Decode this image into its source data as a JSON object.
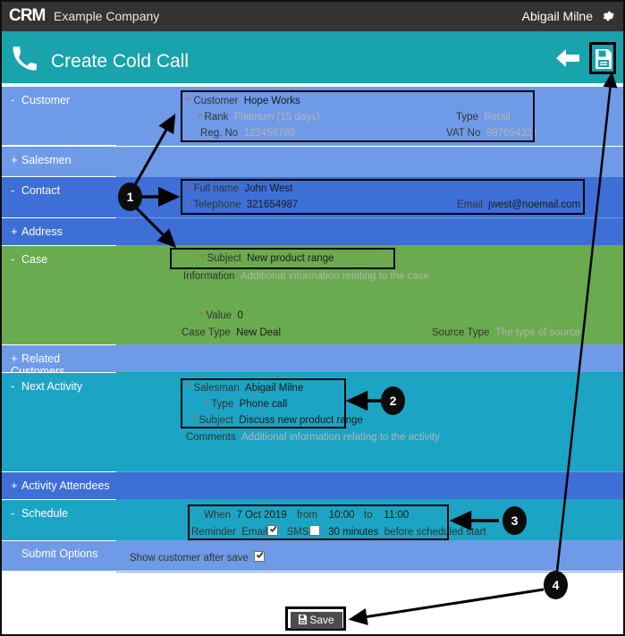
{
  "header": {
    "logo_text": "CRM",
    "company": "Example Company",
    "user": "Abigail Milne",
    "gear_icon": "gear-icon"
  },
  "title_bar": {
    "title": "Create Cold Call",
    "phone_icon": "phone-icon",
    "back_icon": "back-arrow-icon",
    "save_icon": "save-floppy-icon"
  },
  "sections": [
    {
      "key": "customer",
      "label": "Customer",
      "toggle": "-",
      "color": "#6f9ae8"
    },
    {
      "key": "salesmen",
      "label": "Salesmen",
      "toggle": "+",
      "color": "#6f9ae8"
    },
    {
      "key": "contact",
      "label": "Contact",
      "toggle": "-",
      "color": "#3d6fd6"
    },
    {
      "key": "address",
      "label": "Address",
      "toggle": "+",
      "color": "#3d6fd6"
    },
    {
      "key": "case",
      "label": "Case",
      "toggle": "-",
      "color": "#6aab4f"
    },
    {
      "key": "related_customers",
      "label": "Related Customers",
      "toggle": "+",
      "color": "#6f9ae8"
    },
    {
      "key": "next_activity",
      "label": "Next Activity",
      "toggle": "-",
      "color": "#1ca4c4"
    },
    {
      "key": "activity_attendees",
      "label": "Activity Attendees",
      "toggle": "+",
      "color": "#3d6fd6"
    },
    {
      "key": "schedule",
      "label": "Schedule",
      "toggle": "-",
      "color": "#1ca4c4"
    },
    {
      "key": "submit_options",
      "label": "Submit Options",
      "toggle": "",
      "color": "#6f9ae8"
    }
  ],
  "customer": {
    "customer_label": "Customer",
    "customer_value": "Hope Works",
    "rank_label": "Rank",
    "rank_placeholder": "Platinum (15 days)",
    "type_label": "Type",
    "type_placeholder": "Retail",
    "regno_label": "Reg. No",
    "regno_placeholder": "123456789",
    "vatno_label": "VAT No",
    "vatno_placeholder": "987654321"
  },
  "contact": {
    "fullname_label": "Full name",
    "fullname_value": "John West",
    "telephone_label": "Telephone",
    "telephone_value": "321654987",
    "email_label": "Email",
    "email_value": "jwest@noemail.com"
  },
  "case": {
    "subject_label": "Subject",
    "subject_value": "New product range",
    "information_label": "Information",
    "information_placeholder": "Additional information relating to the case",
    "value_label": "Value",
    "value_value": "0",
    "casetype_label": "Case Type",
    "casetype_value": "New Deal",
    "sourcetype_label": "Source Type",
    "sourcetype_placeholder": "The type of source"
  },
  "next_activity": {
    "salesman_label": "Salesman",
    "salesman_value": "Abigail Milne",
    "type_label": "Type",
    "type_value": "Phone call",
    "subject_label": "Subject",
    "subject_value": "Discuss new product range",
    "comments_label": "Comments",
    "comments_placeholder": "Additional information relating to the activity"
  },
  "schedule": {
    "when_label": "When",
    "when_value": "7 Oct 2019",
    "from_label": "from",
    "from_value": "10:00",
    "to_label": "to",
    "to_value": "11:00",
    "reminder_label": "Reminder",
    "email_label": "Email",
    "email_checked": true,
    "sms_label": "SMS",
    "sms_checked": false,
    "minutes_value": "30 minutes",
    "before_label": "before scheduled start"
  },
  "submit_options": {
    "show_customer_label": "Show customer after save",
    "show_customer_checked": true
  },
  "footer": {
    "save_label": "Save"
  },
  "callouts": [
    {
      "n": "1"
    },
    {
      "n": "2"
    },
    {
      "n": "3"
    },
    {
      "n": "4"
    }
  ]
}
